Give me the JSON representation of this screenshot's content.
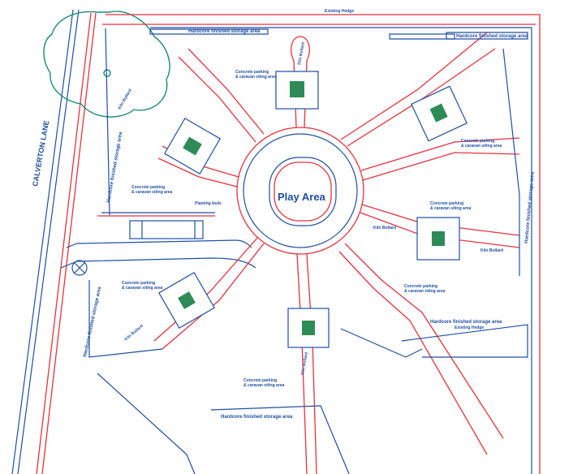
{
  "labels": {
    "play_area": "Play Area",
    "street": "CALVERTON LANE",
    "hardcore_storage": "Hardcore finished storage area",
    "concrete_parking": "Concrete parking",
    "concrete_parking_2": "& caravan siting area",
    "bollard": "Kiln Bollard",
    "existing_hedge": "Existing Hedge",
    "planting_beds": "Planting beds"
  },
  "colors": {
    "red_lines": "#e8323c",
    "blue_lines": "#1f4fa3",
    "tree": "#1a8c72",
    "plot": "#2e8b57"
  }
}
